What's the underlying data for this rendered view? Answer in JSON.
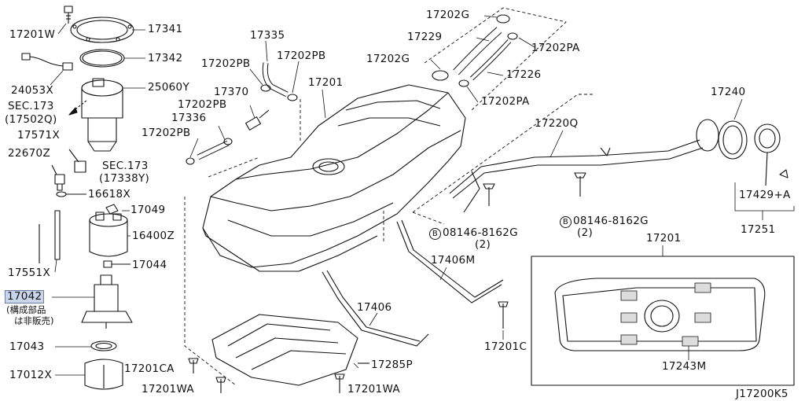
{
  "diagram": {
    "code": "J17200K5",
    "highlight_color": "#c9d6ea",
    "labels": {
      "p17201W": "17201W",
      "p17341": "17341",
      "p17342": "17342",
      "p24053X": "24053X",
      "p25060Y": "25060Y",
      "sec173a_line1": "SEC.173",
      "sec173a_line2": "(17502Q)",
      "p17571X": "17571X",
      "p22670Z": "22670Z",
      "sec173b_line1": "SEC.173",
      "sec173b_line2": "(17338Y)",
      "p16618X": "16618X",
      "p17049": "17049",
      "p16400Z": "16400Z",
      "p17551X": "17551X",
      "p17044": "17044",
      "p17042": "17042",
      "note_line1": "(構成部品",
      "note_line2": "は非販売)",
      "p17043": "17043",
      "p17012X": "17012X",
      "p17335": "17335",
      "p17202PB_a": "17202PB",
      "p17202PB_b": "17202PB",
      "p17370": "17370",
      "p17202PB_c": "17202PB",
      "p17336": "17336",
      "p17202PB_d": "17202PB",
      "p17201": "17201",
      "p17202G_a": "17202G",
      "p17229": "17229",
      "p17202PA_a": "17202PA",
      "p17202G_b": "17202G",
      "p17226": "17226",
      "p17202PA_b": "17202PA",
      "p17240": "17240",
      "p17220Q": "17220Q",
      "p17429A": "17429+A",
      "p17251": "17251",
      "bolt_a": "08146-8162G",
      "bolt_a_qty": "(2)",
      "bolt_b": "08146-8162G",
      "bolt_b_qty": "(2)",
      "bolt_symbol": "B",
      "p17406M": "17406M",
      "p17406": "17406",
      "p17201C": "17201C",
      "p17285P": "17285P",
      "p17201CA": "17201CA",
      "p17201WA_a": "17201WA",
      "p17201WA_b": "17201WA",
      "inset_title": "17201",
      "p17243M": "17243M"
    }
  }
}
